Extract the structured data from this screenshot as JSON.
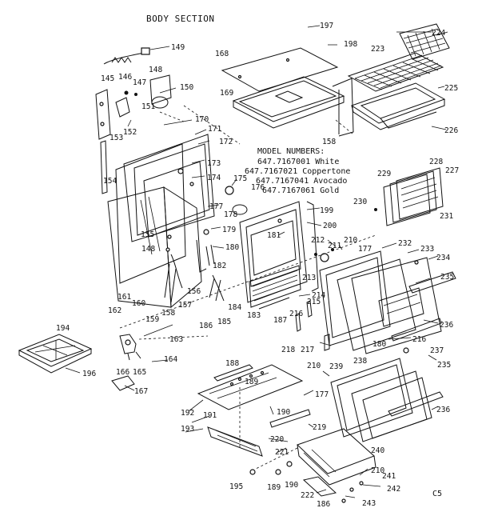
{
  "title": "BODY SECTION",
  "model_numbers": {
    "heading": "MODEL NUMBERS:",
    "lines": [
      "647.7167001  White",
      "647.7167021  Coppertone",
      "647.7167041  Avocado",
      "647.7167061  Gold"
    ]
  },
  "corner_code": "C5",
  "labels": {
    "l145": "145",
    "l146": "146",
    "l147": "147",
    "l148a": "148",
    "l148b": "148",
    "l149": "149",
    "l150": "150",
    "l151": "151",
    "l152": "152",
    "l153": "153",
    "l154": "154",
    "l155": "155",
    "l156": "156",
    "l157": "157",
    "l158a": "158",
    "l158b": "158",
    "l159": "159",
    "l160": "160",
    "l161": "161",
    "l162": "162",
    "l163": "163",
    "l164": "164",
    "l165": "165",
    "l166": "166",
    "l167": "167",
    "l168": "168",
    "l169": "169",
    "l170": "170",
    "l171": "171",
    "l172": "172",
    "l173": "173",
    "l174": "174",
    "l175": "175",
    "l176": "176",
    "l177a": "177",
    "l177b": "177",
    "l177c": "177",
    "l178": "178",
    "l179": "179",
    "l180a": "180",
    "l180b": "180",
    "l181": "181",
    "l182": "182",
    "l183": "183",
    "l184": "184",
    "l185": "185",
    "l186a": "186",
    "l186b": "186",
    "l187": "187",
    "l188": "188",
    "l189a": "189",
    "l189b": "189",
    "l190a": "190",
    "l190b": "190",
    "l191": "191",
    "l192": "192",
    "l193": "193",
    "l194": "194",
    "l195": "195",
    "l196": "196",
    "l197": "197",
    "l198": "198",
    "l199": "199",
    "l200": "200",
    "l210a": "210",
    "l210b": "210",
    "l210c": "210",
    "l211": "211",
    "l212": "212",
    "l213": "213",
    "l214": "214",
    "l215": "215",
    "l216a": "216",
    "l216b": "216",
    "l217": "217",
    "l218": "218",
    "l219": "219",
    "l220": "220",
    "l221": "221",
    "l222": "222",
    "l223": "223",
    "l224": "224",
    "l225": "225",
    "l226": "226",
    "l227": "227",
    "l228": "228",
    "l229": "229",
    "l230": "230",
    "l231": "231",
    "l232": "232",
    "l233": "233",
    "l234": "234",
    "l235a": "235",
    "l235b": "235",
    "l236a": "236",
    "l236b": "236",
    "l237": "237",
    "l238": "238",
    "l239": "239",
    "l240": "240",
    "l241": "241",
    "l242": "242",
    "l243": "243"
  }
}
